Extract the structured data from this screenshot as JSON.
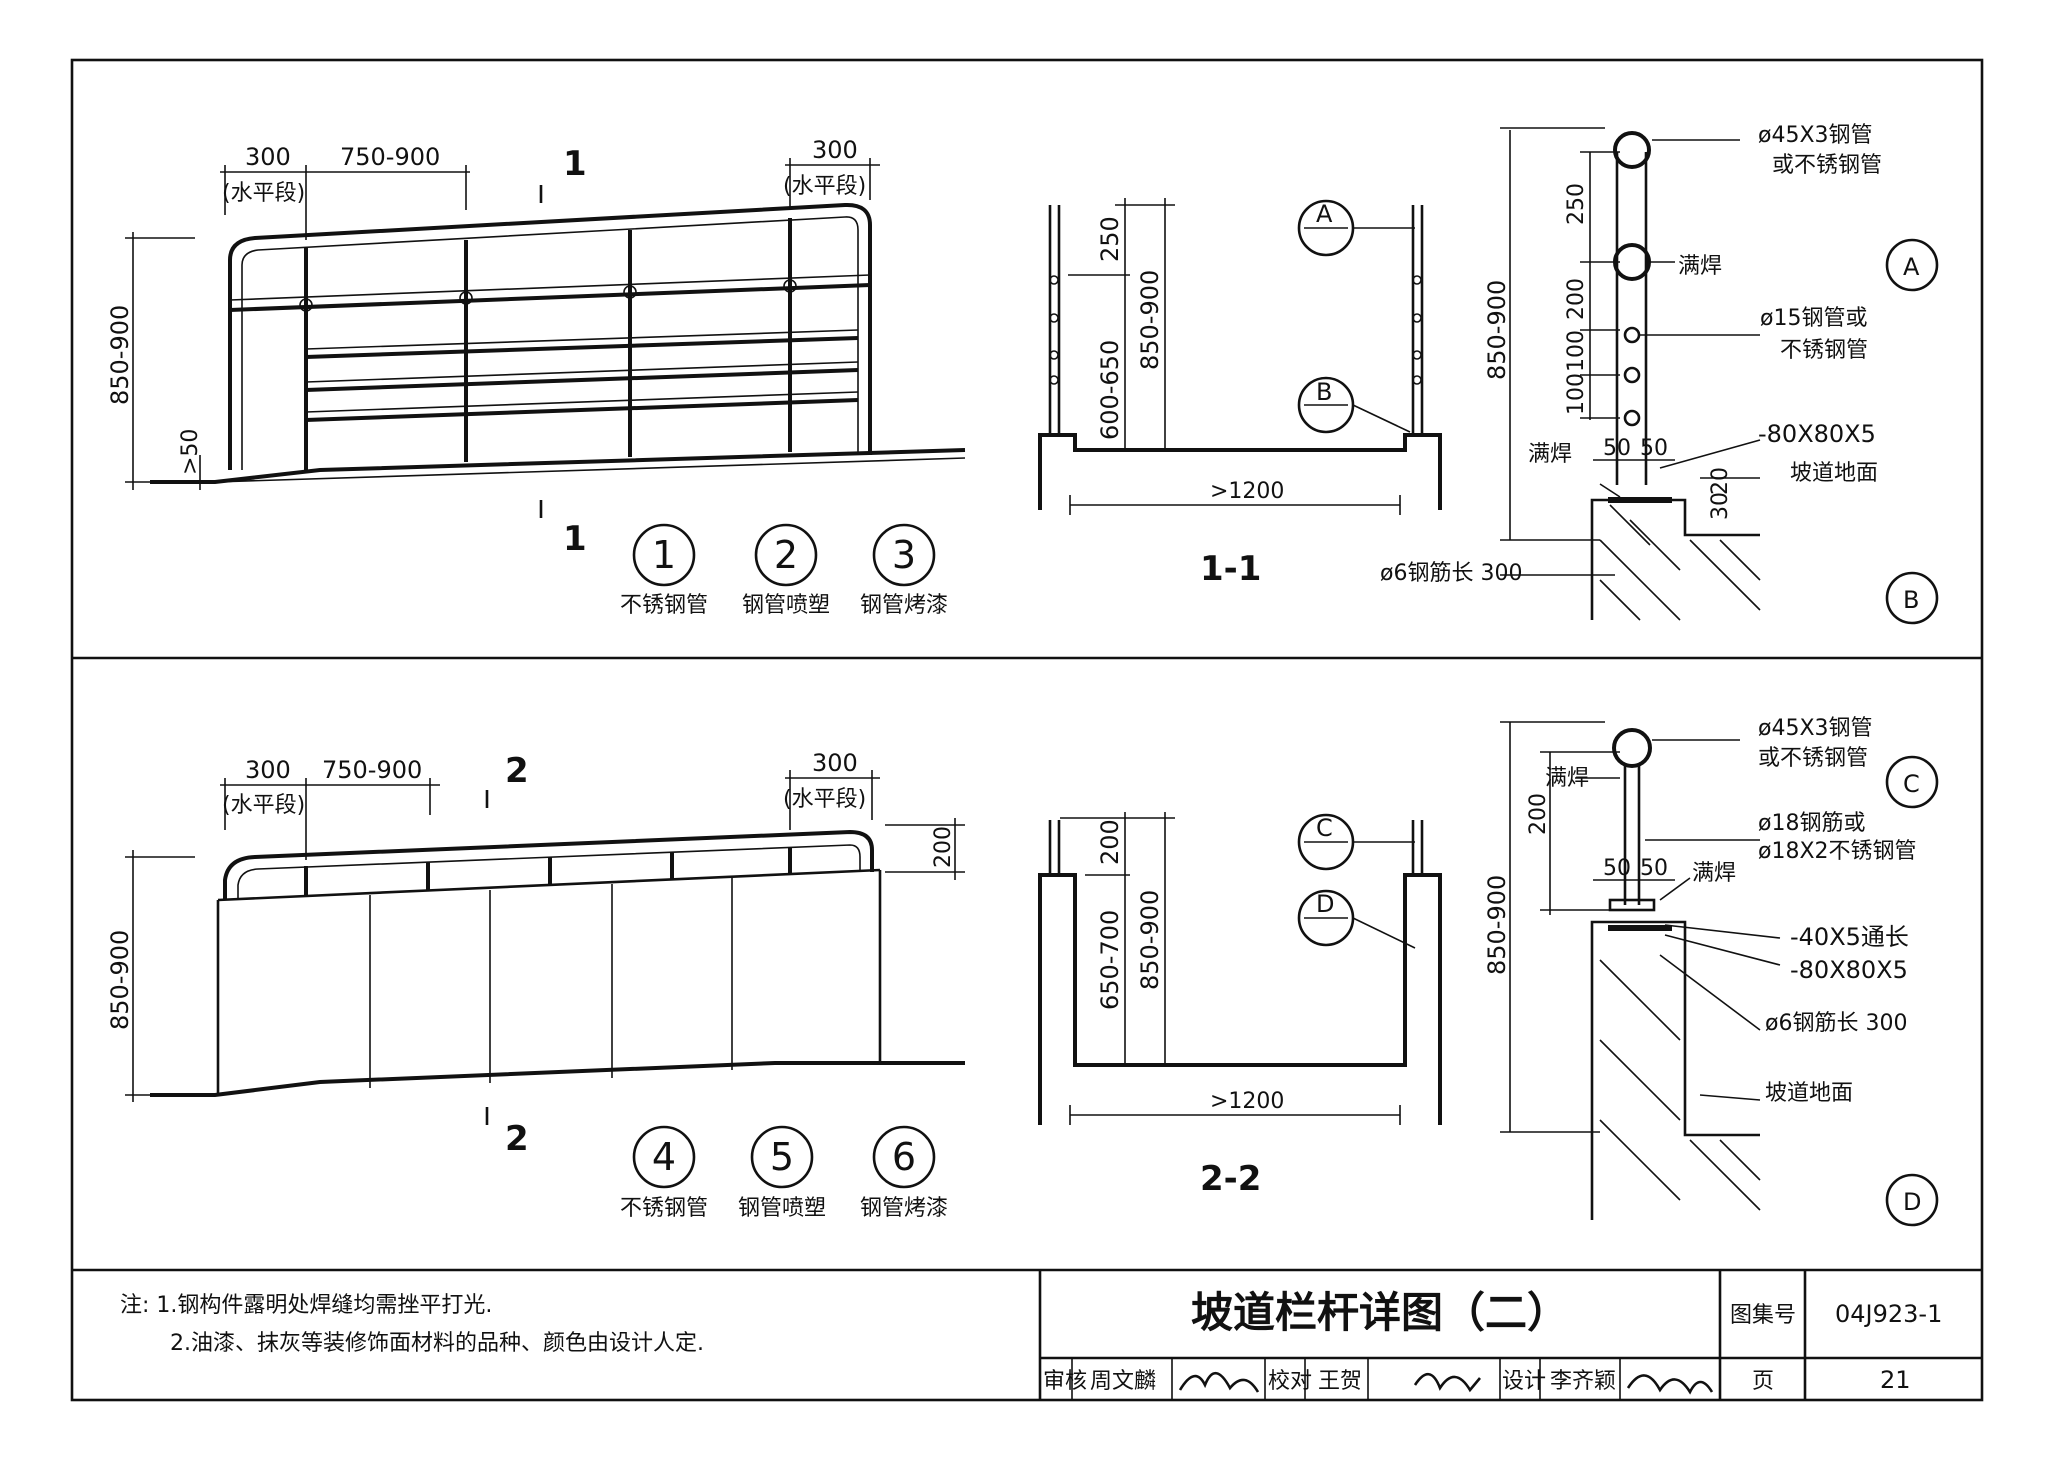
{
  "top": {
    "elevation": {
      "dim_300_left": "300",
      "dim_750_900": "750-900",
      "dim_300_right": "300",
      "horizontal_left": "(水平段)",
      "horizontal_right": "(水平段)",
      "height": "850-900",
      "base": ">50",
      "cut_top": "1",
      "cut_bottom": "1"
    },
    "variants": [
      {
        "num": "1",
        "label": "不锈钢管"
      },
      {
        "num": "2",
        "label": "钢管喷塑"
      },
      {
        "num": "3",
        "label": "钢管烤漆"
      }
    ],
    "section": {
      "title": "1-1",
      "dim_250": "250",
      "dim_600_650": "600-650",
      "dim_850_900": "850-900",
      "width": ">1200",
      "callout_a": "A",
      "callout_b": "B"
    },
    "detail": {
      "label_a": "A",
      "label_b": "B",
      "pipe_45": "ø45X3钢管",
      "pipe_45_alt": "或不锈钢管",
      "weld_full": "满焊",
      "pipe_15": "ø15钢管或",
      "pipe_15_alt": "不锈钢管",
      "plate": "-80X80X5",
      "weld_left": "满焊",
      "ramp_floor": "坡道地面",
      "rebar": "ø6钢筋长 300",
      "dim_250": "250",
      "dim_200": "200",
      "dim_100a": "100",
      "dim_100b": "100",
      "dim_850_900": "850-900",
      "dim_50a": "50",
      "dim_50b": "50",
      "dim_30": "30",
      "dim_20": "20"
    }
  },
  "bottom": {
    "elevation": {
      "dim_300_left": "300",
      "dim_750_900": "750-900",
      "dim_300_right": "300",
      "horizontal_left": "(水平段)",
      "horizontal_right": "(水平段)",
      "height": "850-900",
      "rail_200": "200",
      "cut_top": "2",
      "cut_bottom": "2"
    },
    "variants": [
      {
        "num": "4",
        "label": "不锈钢管"
      },
      {
        "num": "5",
        "label": "钢管喷塑"
      },
      {
        "num": "6",
        "label": "钢管烤漆"
      }
    ],
    "section": {
      "title": "2-2",
      "dim_200": "200",
      "dim_650_700": "650-700",
      "dim_850_900": "850-900",
      "width": ">1200",
      "callout_c": "C",
      "callout_d": "D"
    },
    "detail": {
      "label_c": "C",
      "label_d": "D",
      "weld_full": "满焊",
      "pipe_45": "ø45X3钢管",
      "pipe_45_alt": "或不锈钢管",
      "rebar_18": "ø18钢筋或",
      "pipe_18": "ø18X2不锈钢管",
      "weld_right": "满焊",
      "flat_bar": "-40X5通长",
      "plate": "-80X80X5",
      "rebar": "ø6钢筋长 300",
      "ramp_floor": "坡道地面",
      "dim_200": "200",
      "dim_850_900": "850-900",
      "dim_50a": "50",
      "dim_50b": "50"
    }
  },
  "notes": {
    "line1": "注: 1.钢构件露明处焊缝均需挫平打光.",
    "line2": "2.油漆、抹灰等装修饰面材料的品种、颜色由设计人定."
  },
  "title_block": {
    "title": "坡道栏杆详图（二）",
    "atlas_label": "图集号",
    "atlas_no": "04J923-1",
    "page_label": "页",
    "page_no": "21",
    "review_label": "审核",
    "reviewer": "周文麟",
    "check_label": "校对",
    "checker": "王贺",
    "design_label": "设计",
    "designer": "李齐颖"
  }
}
